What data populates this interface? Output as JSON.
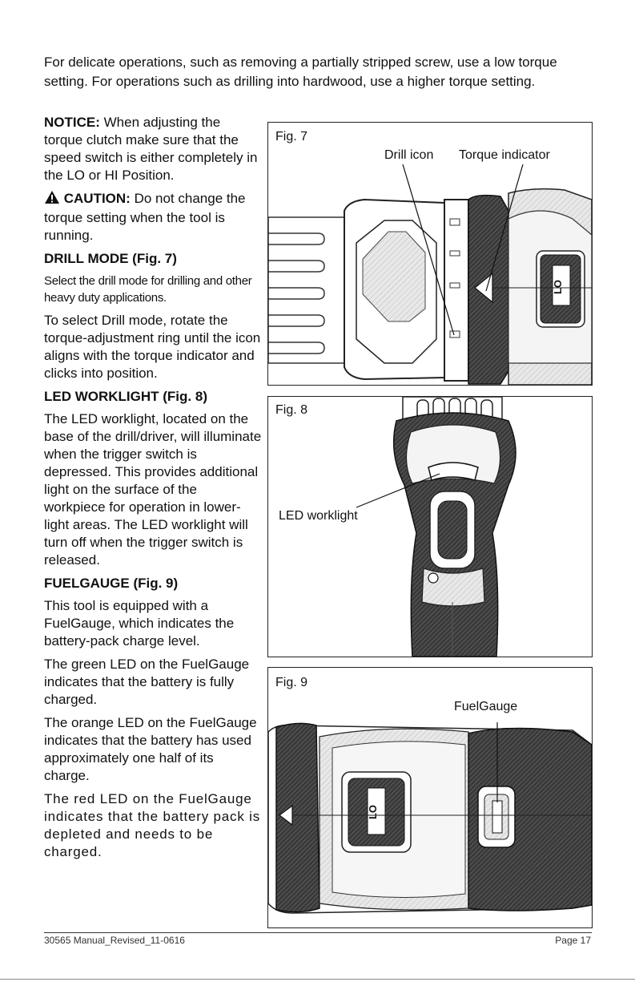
{
  "intro": "For delicate operations, such as removing a partially stripped screw, use a low torque setting. For operations such as drilling into hardwood, use a higher torque setting.",
  "notice": {
    "label": "NOTICE:",
    "text": " When adjusting the torque clutch make sure that the speed switch is either completely in the LO or HI  Position."
  },
  "caution": {
    "icon": "warning-triangle-icon",
    "label": "CAUTION:",
    "text": " Do not change the torque setting when the tool is running."
  },
  "drill_mode": {
    "heading": "DRILL MODE (Fig. 7)",
    "p1": "Select the drill mode for drilling and other heavy duty applications.",
    "p2": "To select Drill mode, rotate the torque-adjustment ring until the icon aligns with the torque indicator and clicks into position."
  },
  "led_worklight": {
    "heading": "LED WORKLIGHT (Fig. 8)",
    "p1": "The LED worklight, located on the base of the drill/driver, will illuminate when the trigger switch is depressed. This provides additional light on the surface of the workpiece for operation in lower-light areas. The LED worklight will turn off when the trigger switch is released."
  },
  "fuelgauge": {
    "heading": "FUELGAUGE (Fig. 9)",
    "p1": "This tool is equipped with a FuelGauge, which indicates the battery-pack charge level.",
    "p2": "The green LED on the FuelGauge indicates that the battery is fully charged.",
    "p3": "The orange LED on the FuelGauge indicates that the battery has used approximately one half of its charge.",
    "p4": "The red LED on the FuelGauge indicates that the battery pack is depleted and needs to be charged."
  },
  "fig7": {
    "label": "Fig. 7",
    "callout_drill": "Drill icon",
    "callout_torque": "Torque indicator",
    "switch_text": "LO"
  },
  "fig8": {
    "label": "Fig. 8",
    "callout_led": "LED worklight"
  },
  "fig9": {
    "label": "Fig. 9",
    "callout_fuel": "FuelGauge",
    "switch_text": "LO"
  },
  "footer": {
    "left": "30565 Manual_Revised_11-0616",
    "right": "Page 17"
  }
}
